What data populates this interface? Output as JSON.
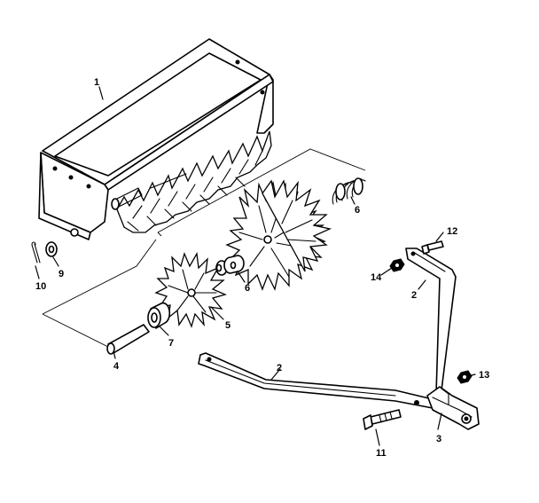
{
  "callouts": {
    "c1": "1",
    "c2a": "2",
    "c2b": "2",
    "c3": "3",
    "c4": "4",
    "c5": "5",
    "c6a": "6",
    "c6b": "6",
    "c7": "7",
    "c9": "9",
    "c10": "10",
    "c11": "11",
    "c12": "12",
    "c13": "13",
    "c14": "14"
  }
}
